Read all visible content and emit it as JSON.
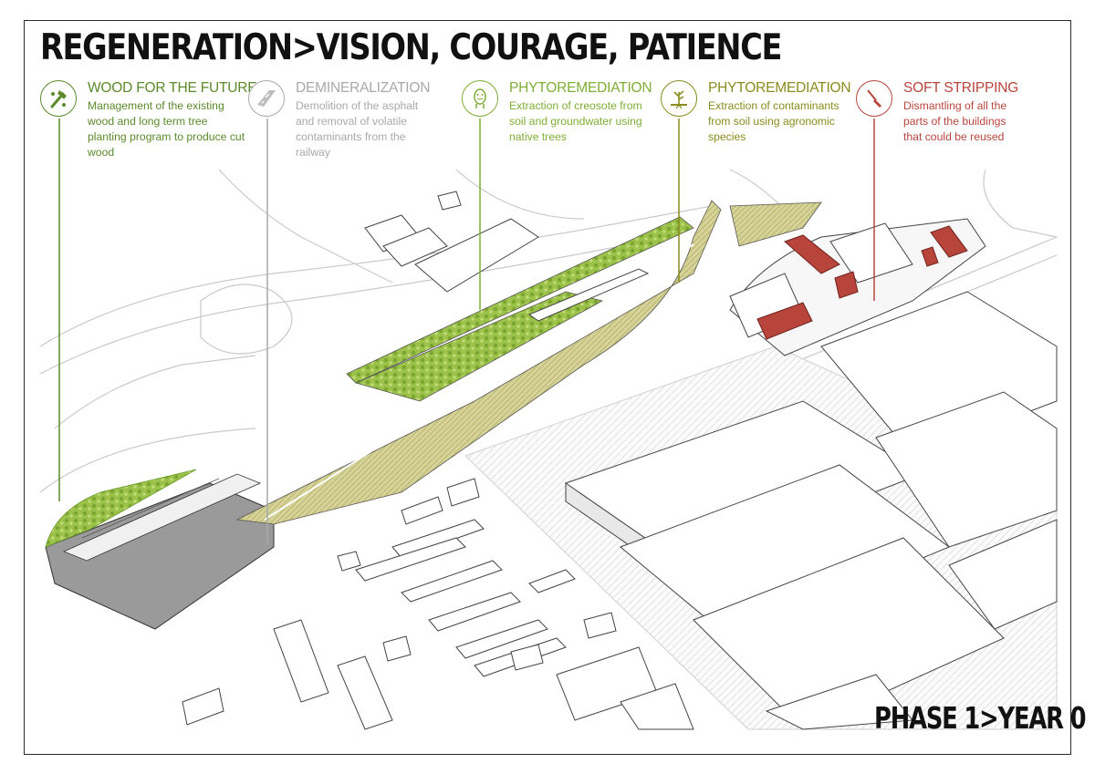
{
  "title": "REGENERATION>VISION, COURAGE, PATIENCE",
  "phase": "PHASE 1>YEAR 0",
  "colors": {
    "wood": "#5b8a2a",
    "demineralization": "#a9a9a9",
    "phyto_trees": "#7fae35",
    "phyto_agronomic": "#8a8b1e",
    "soft_stripping": "#b8453c",
    "field_fill": "#d6d39a",
    "asphalt": "#9a9a9a"
  },
  "legend": [
    {
      "icon": "axe-icon",
      "title": "WOOD FOR THE FUTURE",
      "desc": [
        "Management of the existing",
        "wood and long term tree",
        "planting program to produce cut",
        "wood"
      ]
    },
    {
      "icon": "asphalt-road-icon",
      "title": "DEMINERALIZATION",
      "desc": [
        "Demolition of the asphalt",
        "and removal of volatile",
        "contaminants from the",
        "railway"
      ]
    },
    {
      "icon": "tree-face-icon",
      "title": "PHYTOREMEDIATION",
      "desc": [
        "Extraction of creosote from",
        "soil and groundwater using",
        "native trees"
      ]
    },
    {
      "icon": "plant-roots-icon",
      "title": "PHYTOREMEDIATION",
      "desc": [
        "Extraction of contaminants",
        "from soil using agronomic",
        "species"
      ]
    },
    {
      "icon": "screwdriver-icon",
      "title": "SOFT STRIPPING",
      "desc": [
        "Dismantling of all the",
        "parts of the buildings",
        "that could be reused"
      ]
    }
  ]
}
